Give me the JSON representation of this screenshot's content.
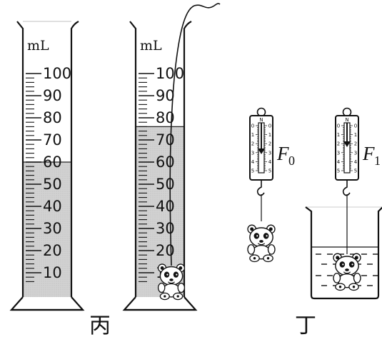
{
  "cylinders": [
    {
      "unit": "mL",
      "scale_labels": [
        "100",
        "90",
        "80",
        "70",
        "60",
        "50",
        "40",
        "30",
        "20",
        "10"
      ],
      "water_level_ml": 60,
      "contains_toy": false
    },
    {
      "unit": "mL",
      "scale_labels": [
        "100",
        "90",
        "80",
        "70",
        "60",
        "50",
        "40",
        "30",
        "20",
        "10"
      ],
      "water_level_ml": 76,
      "contains_toy": true
    }
  ],
  "spring_scales": [
    {
      "force_symbol": "F",
      "force_subscript": "0",
      "top_letter": "N",
      "scale_numbers": [
        "0",
        "1",
        "2",
        "3",
        "4",
        "5"
      ],
      "submerged": false
    },
    {
      "force_symbol": "F",
      "force_subscript": "1",
      "top_letter": "N",
      "scale_numbers": [
        "0",
        "1",
        "2",
        "3",
        "4",
        "5"
      ],
      "submerged": true
    }
  ],
  "captions": {
    "left": "丙",
    "right": "丁"
  },
  "icons": [
    "graduated-cylinder-icon",
    "spring-scale-icon",
    "panda-toy-icon",
    "beaker-icon",
    "thread-icon"
  ]
}
